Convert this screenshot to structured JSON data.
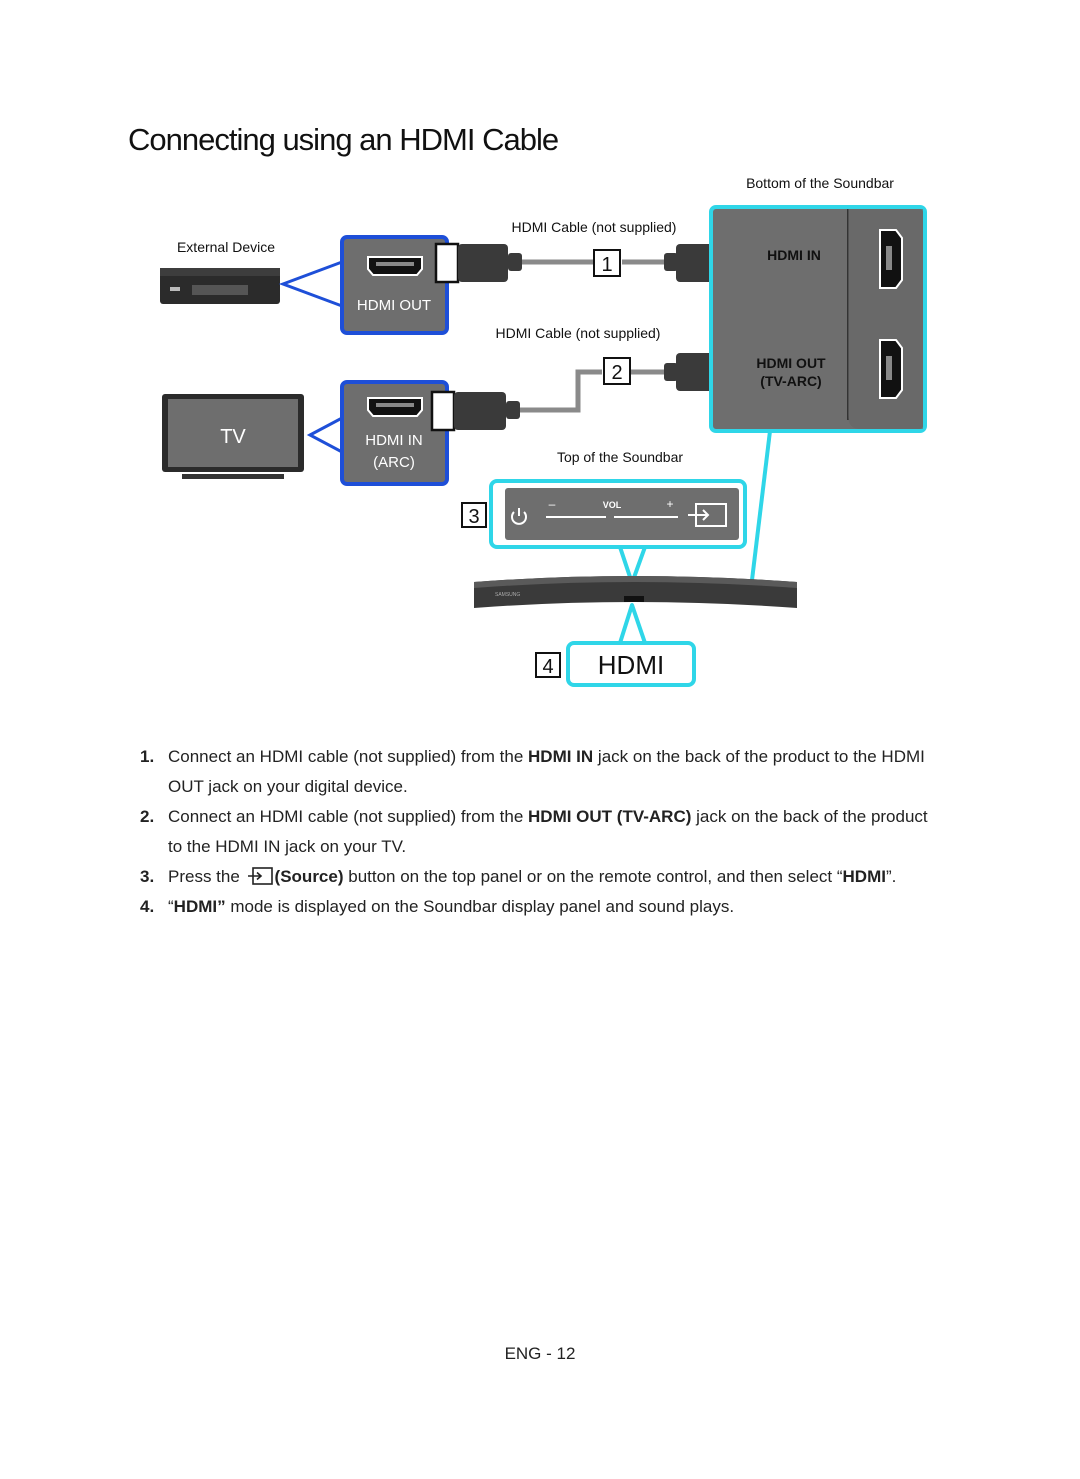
{
  "page": {
    "title": "Connecting using an HDMI Cable",
    "footer": "ENG - 12"
  },
  "diagram": {
    "bottom_label": "Bottom of the Soundbar",
    "cable1_label": "HDMI Cable (not supplied)",
    "cable2_label": "HDMI Cable (not supplied)",
    "top_label": "Top of the Soundbar",
    "external_device_label": "External Device",
    "tv_label": "TV",
    "hdmi_out_port": "HDMI OUT",
    "hdmi_in_port": "HDMI IN",
    "arc_port": "(ARC)",
    "soundbar_hdmi_in": "HDMI IN",
    "soundbar_hdmi_out": "HDMI OUT",
    "soundbar_tv_arc": "(TV-ARC)",
    "vol_label": "VOL",
    "vol_minus": "–",
    "vol_plus": "+",
    "display_text": "HDMI",
    "callout_1": "1",
    "callout_2": "2",
    "callout_3": "3",
    "callout_4": "4",
    "brand_text": "SAMSUNG",
    "colors": {
      "accent_blue": "#1e4fd8",
      "accent_cyan": "#2fd6e8",
      "panel_gray": "#6e6e6e"
    }
  },
  "steps": [
    {
      "num": "1.",
      "t1": "Connect an HDMI cable (not supplied) from the ",
      "b1": "HDMI IN",
      "t2": " jack on the back of the product to the HDMI OUT jack on your digital device."
    },
    {
      "num": "2.",
      "t1": "Connect an HDMI cable (not supplied) from the ",
      "b1": "HDMI OUT (TV-ARC)",
      "t2": " jack on the back of the product to the HDMI IN jack on your TV."
    },
    {
      "num": "3.",
      "t1": "Press the ",
      "b1": "(Source)",
      "t2": " button on the top panel or on the remote control, and then select “",
      "b2": "HDMI",
      "t3": "”."
    },
    {
      "num": "4.",
      "t1": "“",
      "b1": "HDMI”",
      "t2": " mode is displayed on the Soundbar display panel and sound plays."
    }
  ]
}
